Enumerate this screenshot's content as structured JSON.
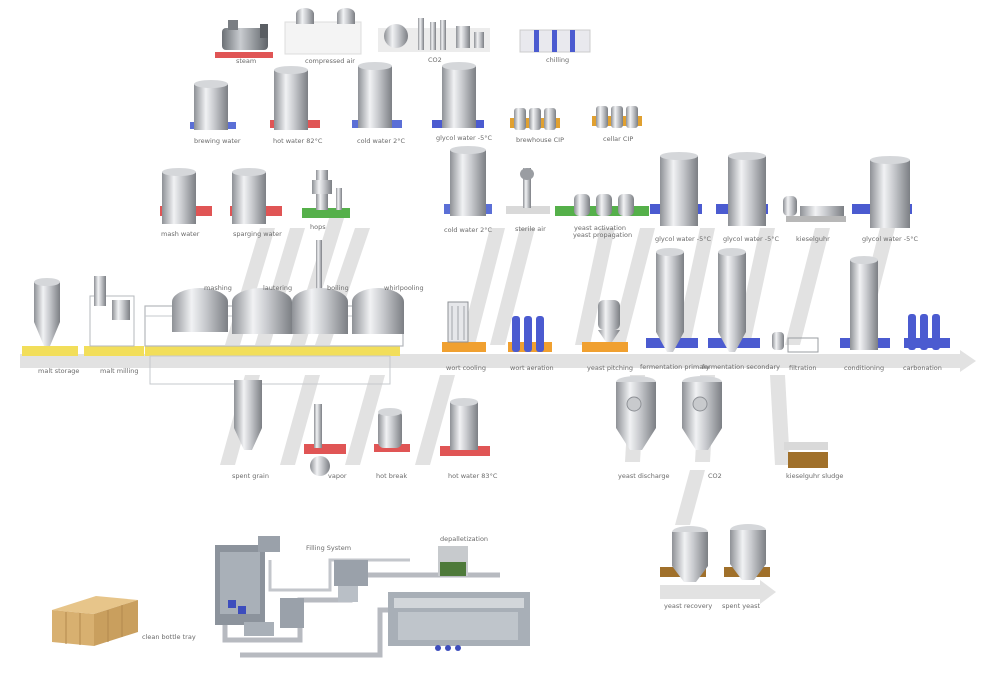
{
  "labels": {
    "steam": "steam",
    "compressed_air": "compressed air",
    "co2_top": "CO2",
    "chilling": "chilling",
    "brewing_water": "brewing water",
    "hot_water_82": "hot water 82°C",
    "cold_water_2": "cold water 2°C",
    "glycol_water_top": "glycol water -5°C",
    "brewhouse_cip": "brewhouse CIP",
    "cellar_cip": "cellar CIP",
    "mash_water": "mash water",
    "sparging_water": "sparging water",
    "hops": "hops",
    "cold_water_mid": "cold water 2°C",
    "sterile_air": "sterile air",
    "yeast_activation": "yeast activation",
    "yeast_propagation": "yeast propagation",
    "glycol_water_1": "glycol water -5°C",
    "glycol_water_2": "glycol water -5°C",
    "kieselguhr": "kieselguhr",
    "glycol_water_3": "glycol water -5°C",
    "mashing": "mashing",
    "lautering": "lautering",
    "boiling": "boiling",
    "whirlpooling": "whirlpooling",
    "malt_storage": "malt storage",
    "malt_milling": "malt milling",
    "wort_cooling": "wort cooling",
    "wort_aeration": "wort aeration",
    "yeast_pitching": "yeast pitching",
    "fermentation_primary": "fermentation primary",
    "fermentation_secondary": "fermentation secondary",
    "filtration": "filtration",
    "conditioning": "conditioning",
    "carbonation": "carbonation",
    "spent_grain": "spent grain",
    "vapor": "vapor",
    "hot_break": "hot break",
    "hot_water_83": "hot water 83°C",
    "yeast_discharge": "yeast discharge",
    "co2_bottom": "CO2",
    "kieselguhr_sludge": "kieselguhr sludge",
    "filling_system": "Filling System",
    "depalletization": "depalletization",
    "yeast_recovery": "yeast recovery",
    "spent_yeast": "spent yeast",
    "clean_bottle_tray": "clean bottle tray"
  },
  "colors": {
    "steam": "#e05555",
    "air": "#d9d9d9",
    "cold": "#5b6fd6",
    "glycol": "#4b5bd0",
    "cip": "#e0a030",
    "hops": "#55b04a",
    "malt": "#f2de5a",
    "pitch": "#f0a030",
    "sludge": "#a0702a",
    "carton": "#d8b070"
  }
}
